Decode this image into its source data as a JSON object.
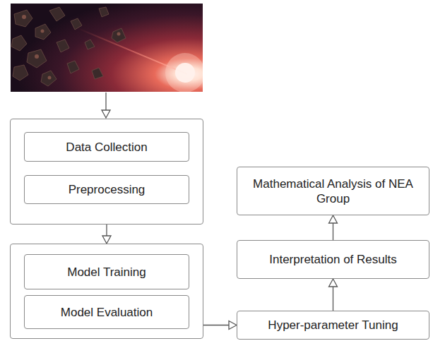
{
  "diagram": {
    "nodes": [
      {
        "text": []
      },
      {
        "text": [
          "Data Collection"
        ],
        "in": 0
      },
      {
        "text": [
          "Preprocessing"
        ],
        "in": 0
      },
      {
        "text": []
      },
      {
        "text": [
          "Model Training"
        ],
        "in": 3
      },
      {
        "text": [
          "Model Evaluation"
        ],
        "in": 3
      },
      {
        "text": [
          "Hyper-parameter Tuning"
        ]
      },
      {
        "text": [
          "Interpretation of Results"
        ]
      },
      {
        "text": [
          "Mathematical Analysis of NEA Group"
        ]
      }
    ],
    "edges": [
      {
        "from": 0,
        "to": 3,
        "arrow": "to"
      },
      {
        "from": 3,
        "to": 6,
        "arrow": "to"
      },
      {
        "from": 6,
        "to": 7,
        "arrow": "to"
      },
      {
        "from": 7,
        "to": 8,
        "arrow": "to"
      }
    ]
  }
}
